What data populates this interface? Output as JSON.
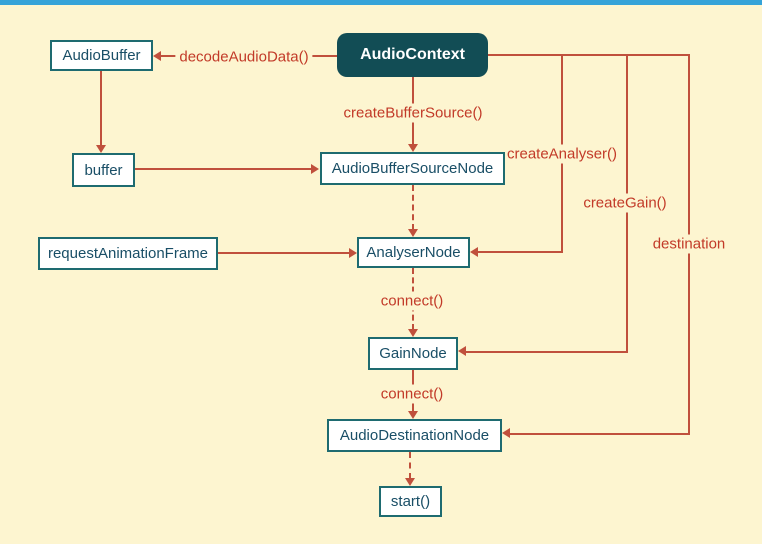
{
  "colors": {
    "background": "#fdf5d0",
    "accent_bar": "#35a3d8",
    "node_border": "#1e6b70",
    "node_text": "#194e66",
    "node_fill": "#ffffff",
    "primary_node_fill": "#124d55",
    "primary_node_text": "#ffffff",
    "connector": "#c0503c",
    "label_text": "#c23a28"
  },
  "nodes": {
    "audioContext": {
      "label": "AudioContext"
    },
    "audioBuffer": {
      "label": "AudioBuffer"
    },
    "buffer": {
      "label": "buffer"
    },
    "audioBufferSourceNode": {
      "label": "AudioBufferSourceNode"
    },
    "requestAnimationFrame": {
      "label": "requestAnimationFrame"
    },
    "analyserNode": {
      "label": "AnalyserNode"
    },
    "gainNode": {
      "label": "GainNode"
    },
    "audioDestinationNode": {
      "label": "AudioDestinationNode"
    },
    "start": {
      "label": "start()"
    }
  },
  "edges": {
    "decodeAudioData": {
      "label": "decodeAudioData()"
    },
    "createBufferSource": {
      "label": "createBufferSource()"
    },
    "createAnalyser": {
      "label": "createAnalyser()"
    },
    "createGain": {
      "label": "createGain()"
    },
    "destination": {
      "label": "destination"
    },
    "connectAnalyserGain": {
      "label": "connect()"
    },
    "connectGainDestination": {
      "label": "connect()"
    }
  }
}
